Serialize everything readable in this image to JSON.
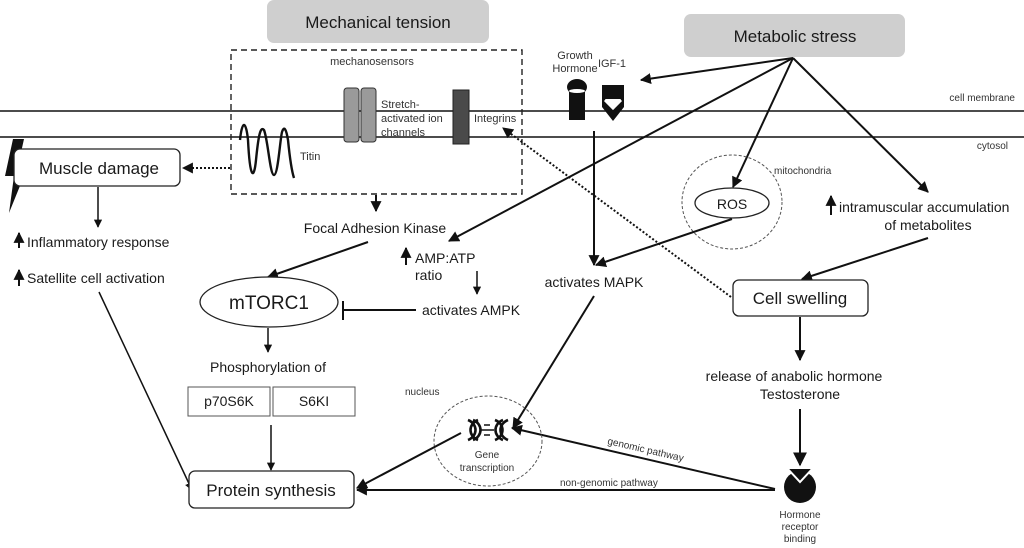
{
  "headers": {
    "mechanical_tension": "Mechanical tension",
    "metabolic_stress": "Metabolic stress"
  },
  "membrane": {
    "cell_membrane": "cell membrane",
    "cytosol": "cytosol"
  },
  "mechanosensors": {
    "title": "mechanosensors",
    "stretch_line1": "Stretch-",
    "stretch_line2": "activated ion",
    "stretch_line3": "channels",
    "integrins": "Integrins",
    "titin": "Titin"
  },
  "receptors": {
    "growth_line1": "Growth",
    "growth_line2": "Hormone",
    "igf": "IGF-1"
  },
  "nodes": {
    "muscle_damage": "Muscle damage",
    "inflammatory": "Inflammatory response",
    "satellite": "Satellite cell activation",
    "fak": "Focal Adhesion Kinase",
    "amp_line1": "AMP:ATP",
    "amp_line2": "ratio",
    "ampk": "activates AMPK",
    "mtorc1": "mTORC1",
    "phospho": "Phosphorylation of",
    "p70": "p70S6K",
    "s6k": "S6KI",
    "protein": "Protein synthesis",
    "mitochondria": "mitochondria",
    "ros": "ROS",
    "mapk": "activates MAPK",
    "metab_line1": "intramuscular accumulation",
    "metab_line2": "of metabolites",
    "swelling": "Cell swelling",
    "release_line1": "release of anabolic hormone",
    "release_line2": "Testosterone",
    "nucleus": "nucleus",
    "gene_line1": "Gene",
    "gene_line2": "transcription",
    "genomic": "genomic pathway",
    "nongenomic": "non-genomic pathway",
    "hrb_line1": "Hormone",
    "hrb_line2": "receptor",
    "hrb_line3": "binding"
  },
  "icons": {
    "increase": "up-arrow",
    "damage": "lightning-bolt",
    "dna": "dna-helix",
    "spring": "titin-spring"
  }
}
